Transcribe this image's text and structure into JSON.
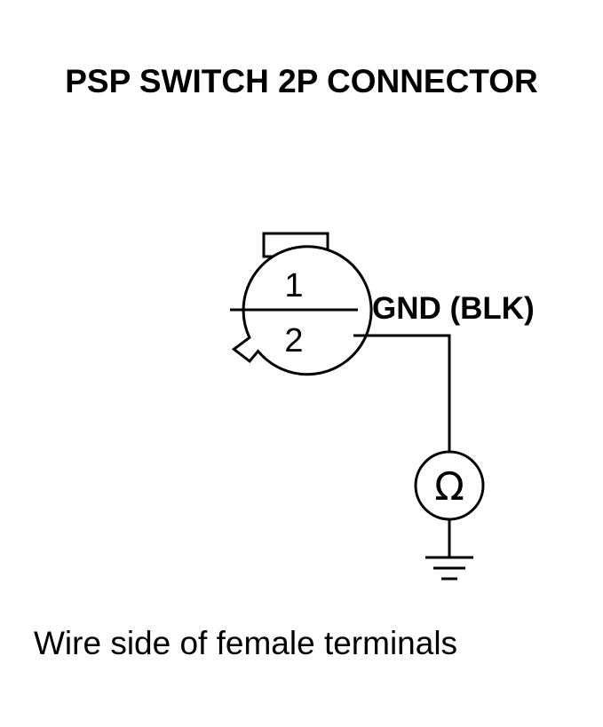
{
  "title": "PSP SWITCH 2P CONNECTOR",
  "connector": {
    "pin1": "1",
    "pin2": "2"
  },
  "wire_label": "GND (BLK)",
  "meter_symbol": "Ω",
  "caption": "Wire side of female terminals",
  "colors": {
    "line": "#000000",
    "background": "#ffffff"
  }
}
